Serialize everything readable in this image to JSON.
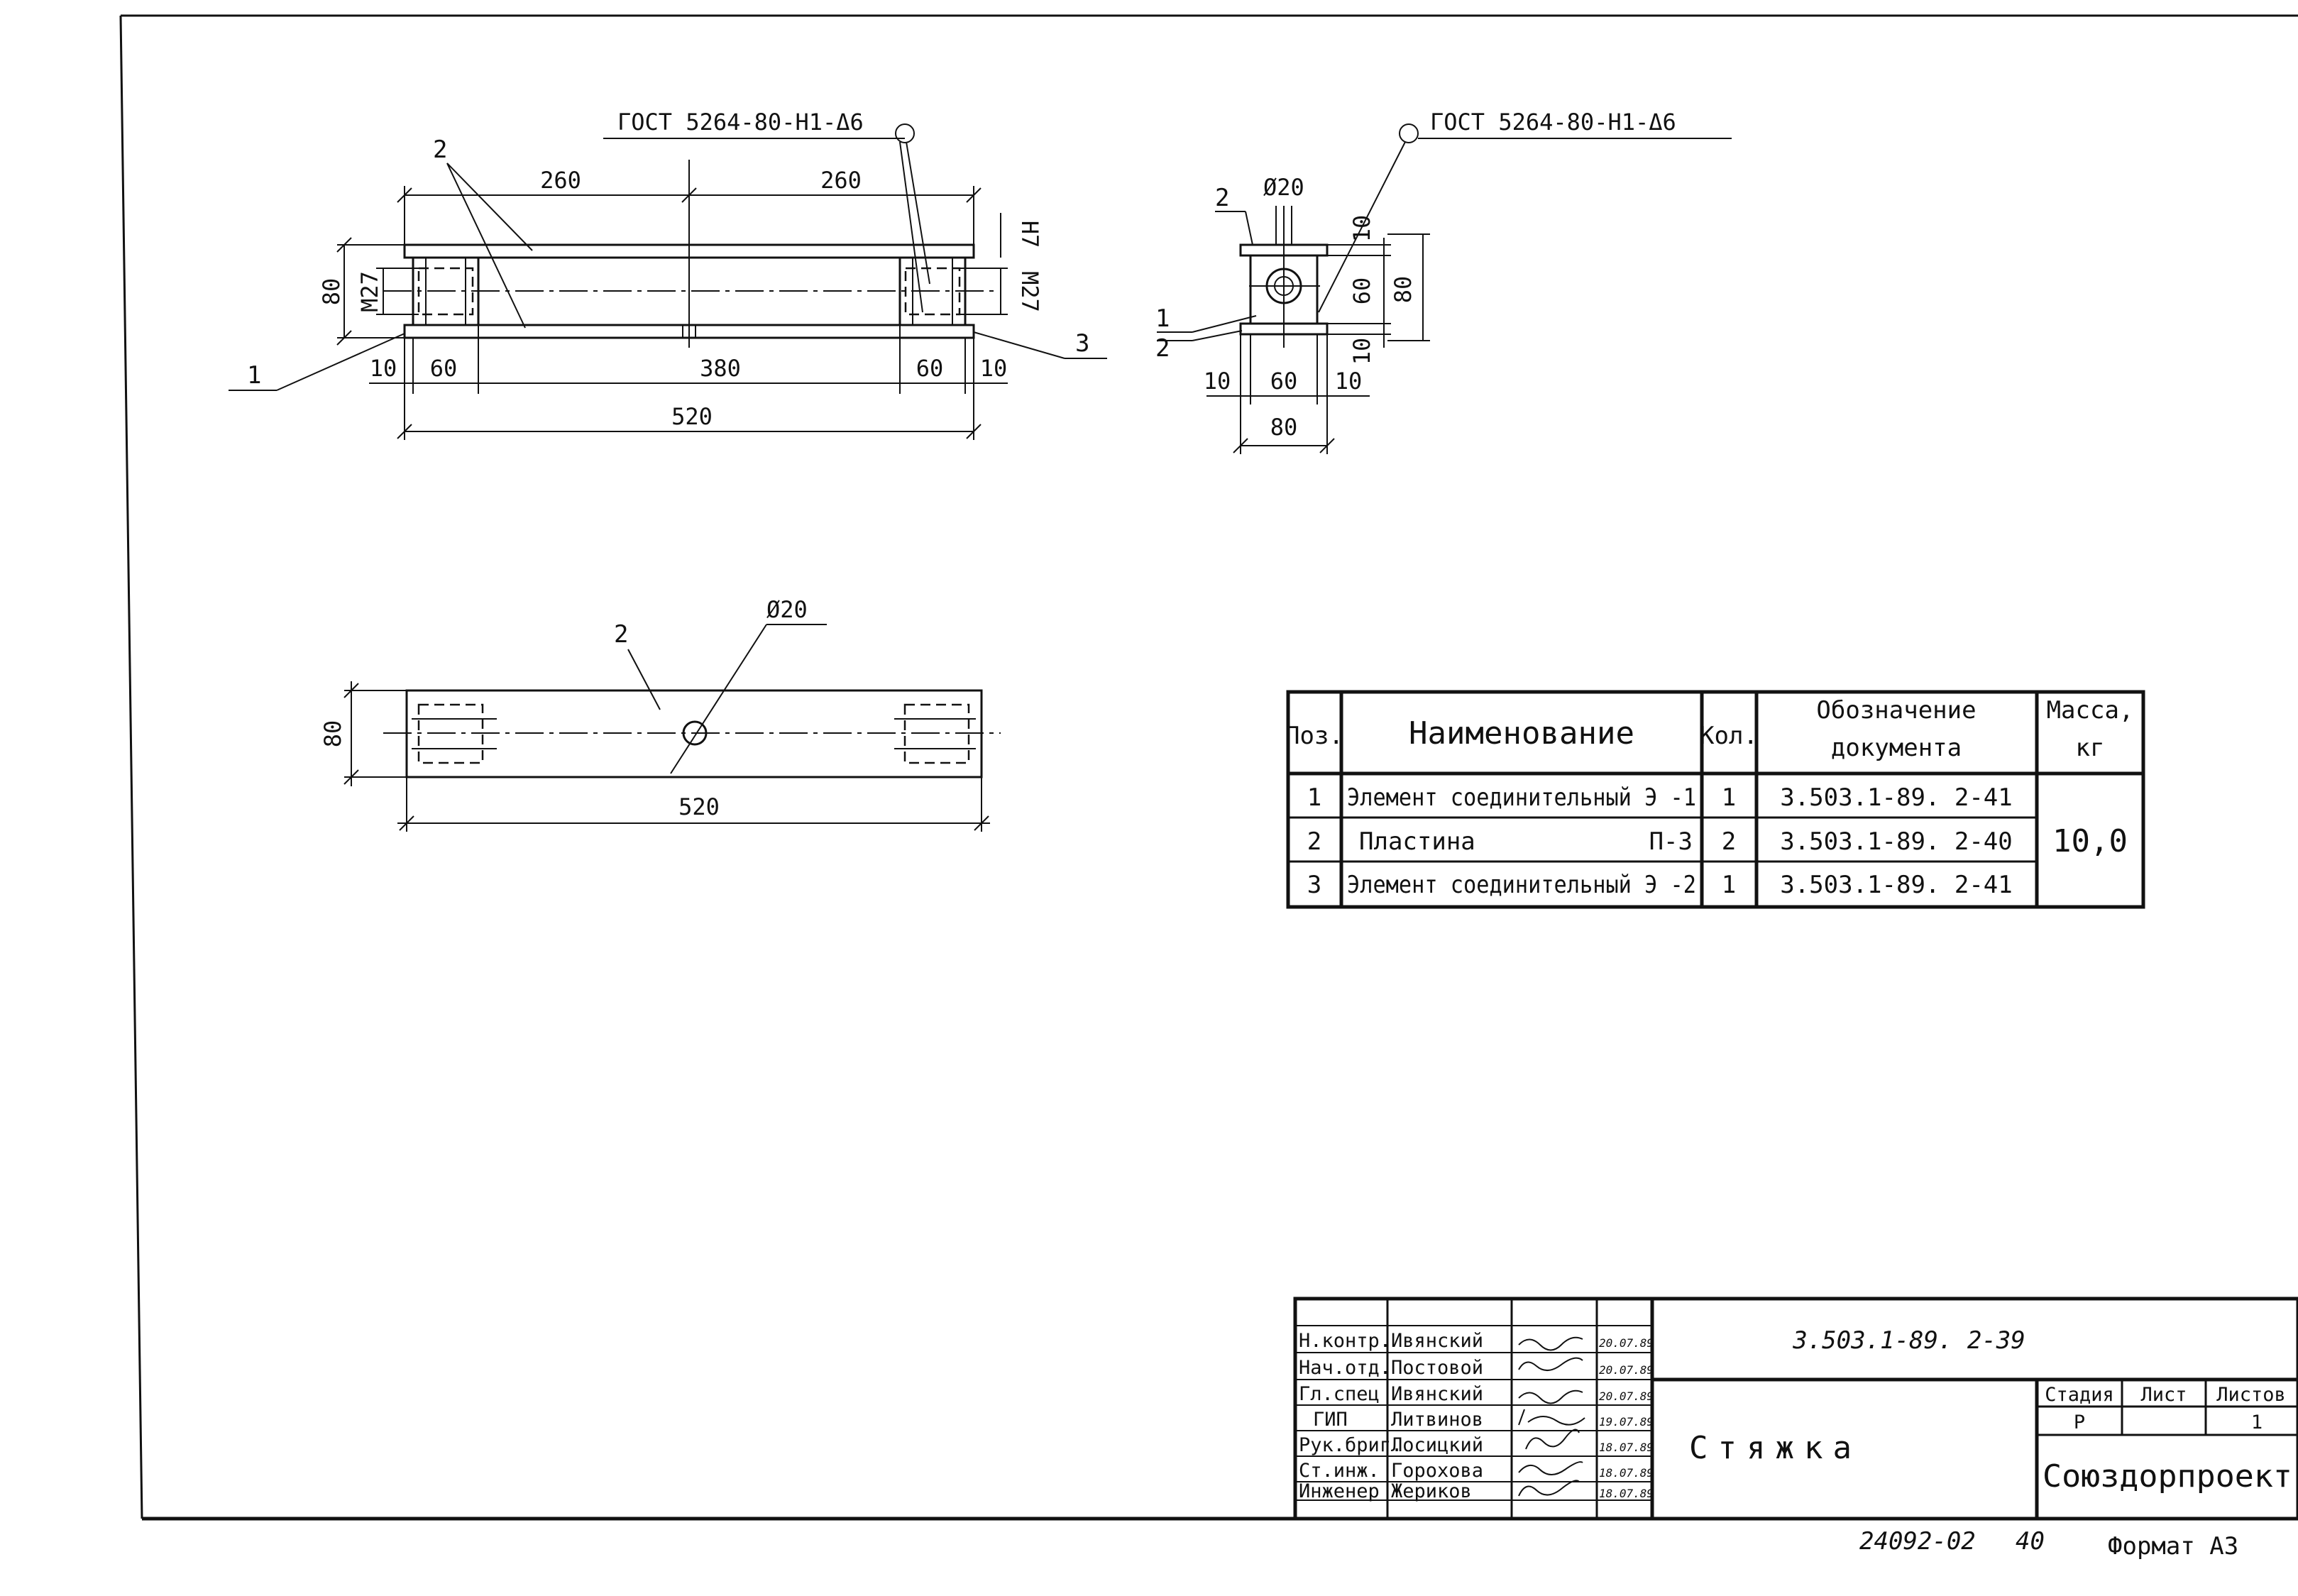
{
  "title_block": {
    "document_code": "3.503.1-89. 2-39",
    "drawing_title": "Стяжка",
    "organization": "Союздорпроект",
    "stage_header": "Стадия",
    "sheet_header": "Лист",
    "sheets_header": "Листов",
    "stage": "Р",
    "sheet": "",
    "sheets": "1",
    "staff": [
      {
        "role": "Н.контр.",
        "name": "Ивянский",
        "date": "20.07.89"
      },
      {
        "role": "Нач.отд.",
        "name": "Постовой",
        "date": "20.07.89"
      },
      {
        "role": "Гл.спец",
        "name": "Ивянский",
        "date": "20.07.89"
      },
      {
        "role": "ГИП",
        "name": "Литвинов",
        "date": "19.07.89"
      },
      {
        "role": "Рук.бриг.",
        "name": "Лосицкий",
        "date": "18.07.89"
      },
      {
        "role": "Ст.инж.",
        "name": "Горохова",
        "date": "18.07.89"
      },
      {
        "role": "Инженер",
        "name": "Жериков",
        "date": "18.07.89"
      }
    ]
  },
  "footer": {
    "archive_number": "24092-02",
    "page": "40",
    "format": "Формат А3"
  },
  "spec_table": {
    "headers": {
      "pos": "Поз.",
      "name": "Наименование",
      "qty": "Кол.",
      "doc": [
        "Обозначение",
        "документа"
      ],
      "mass": [
        "Масса,",
        "кг"
      ]
    },
    "rows": [
      {
        "pos": "1",
        "name": "Элемент соединительный Э -1",
        "qty": "1",
        "doc": "3.503.1-89. 2-41"
      },
      {
        "pos": "2",
        "name": "Пластина",
        "mark": "П-3",
        "qty": "2",
        "doc": "3.503.1-89. 2-40"
      },
      {
        "pos": "3",
        "name": "Элемент соединительный Э -2",
        "qty": "1",
        "doc": "3.503.1-89. 2-41"
      }
    ],
    "mass_total": "10,0"
  },
  "front_view": {
    "weld_note": "ГОСТ 5264-80-Н1-Δ6",
    "callouts": [
      "1",
      "2",
      "3"
    ],
    "dims": {
      "half_left": "260",
      "half_right": "260",
      "height": "80",
      "thread_left": "M27",
      "thread_right": "M27",
      "h_label": "Н7",
      "edge_left": "10",
      "end_left": "60",
      "middle": "380",
      "end_right": "60",
      "edge_right": "10",
      "overall": "520"
    }
  },
  "side_view": {
    "weld_note": "ГОСТ 5264-80-Н1-Δ6",
    "hole": "Ø20",
    "callouts": [
      "1",
      "2",
      "2"
    ],
    "dims": {
      "top_plate": "10",
      "mid": "60",
      "bot_plate": "10",
      "height": "80",
      "left": "10",
      "width_mid": "60",
      "right": "10",
      "overall": "80"
    }
  },
  "plan_view": {
    "callout": "2",
    "hole": "Ø20",
    "dims": {
      "height": "80",
      "length": "520"
    }
  }
}
